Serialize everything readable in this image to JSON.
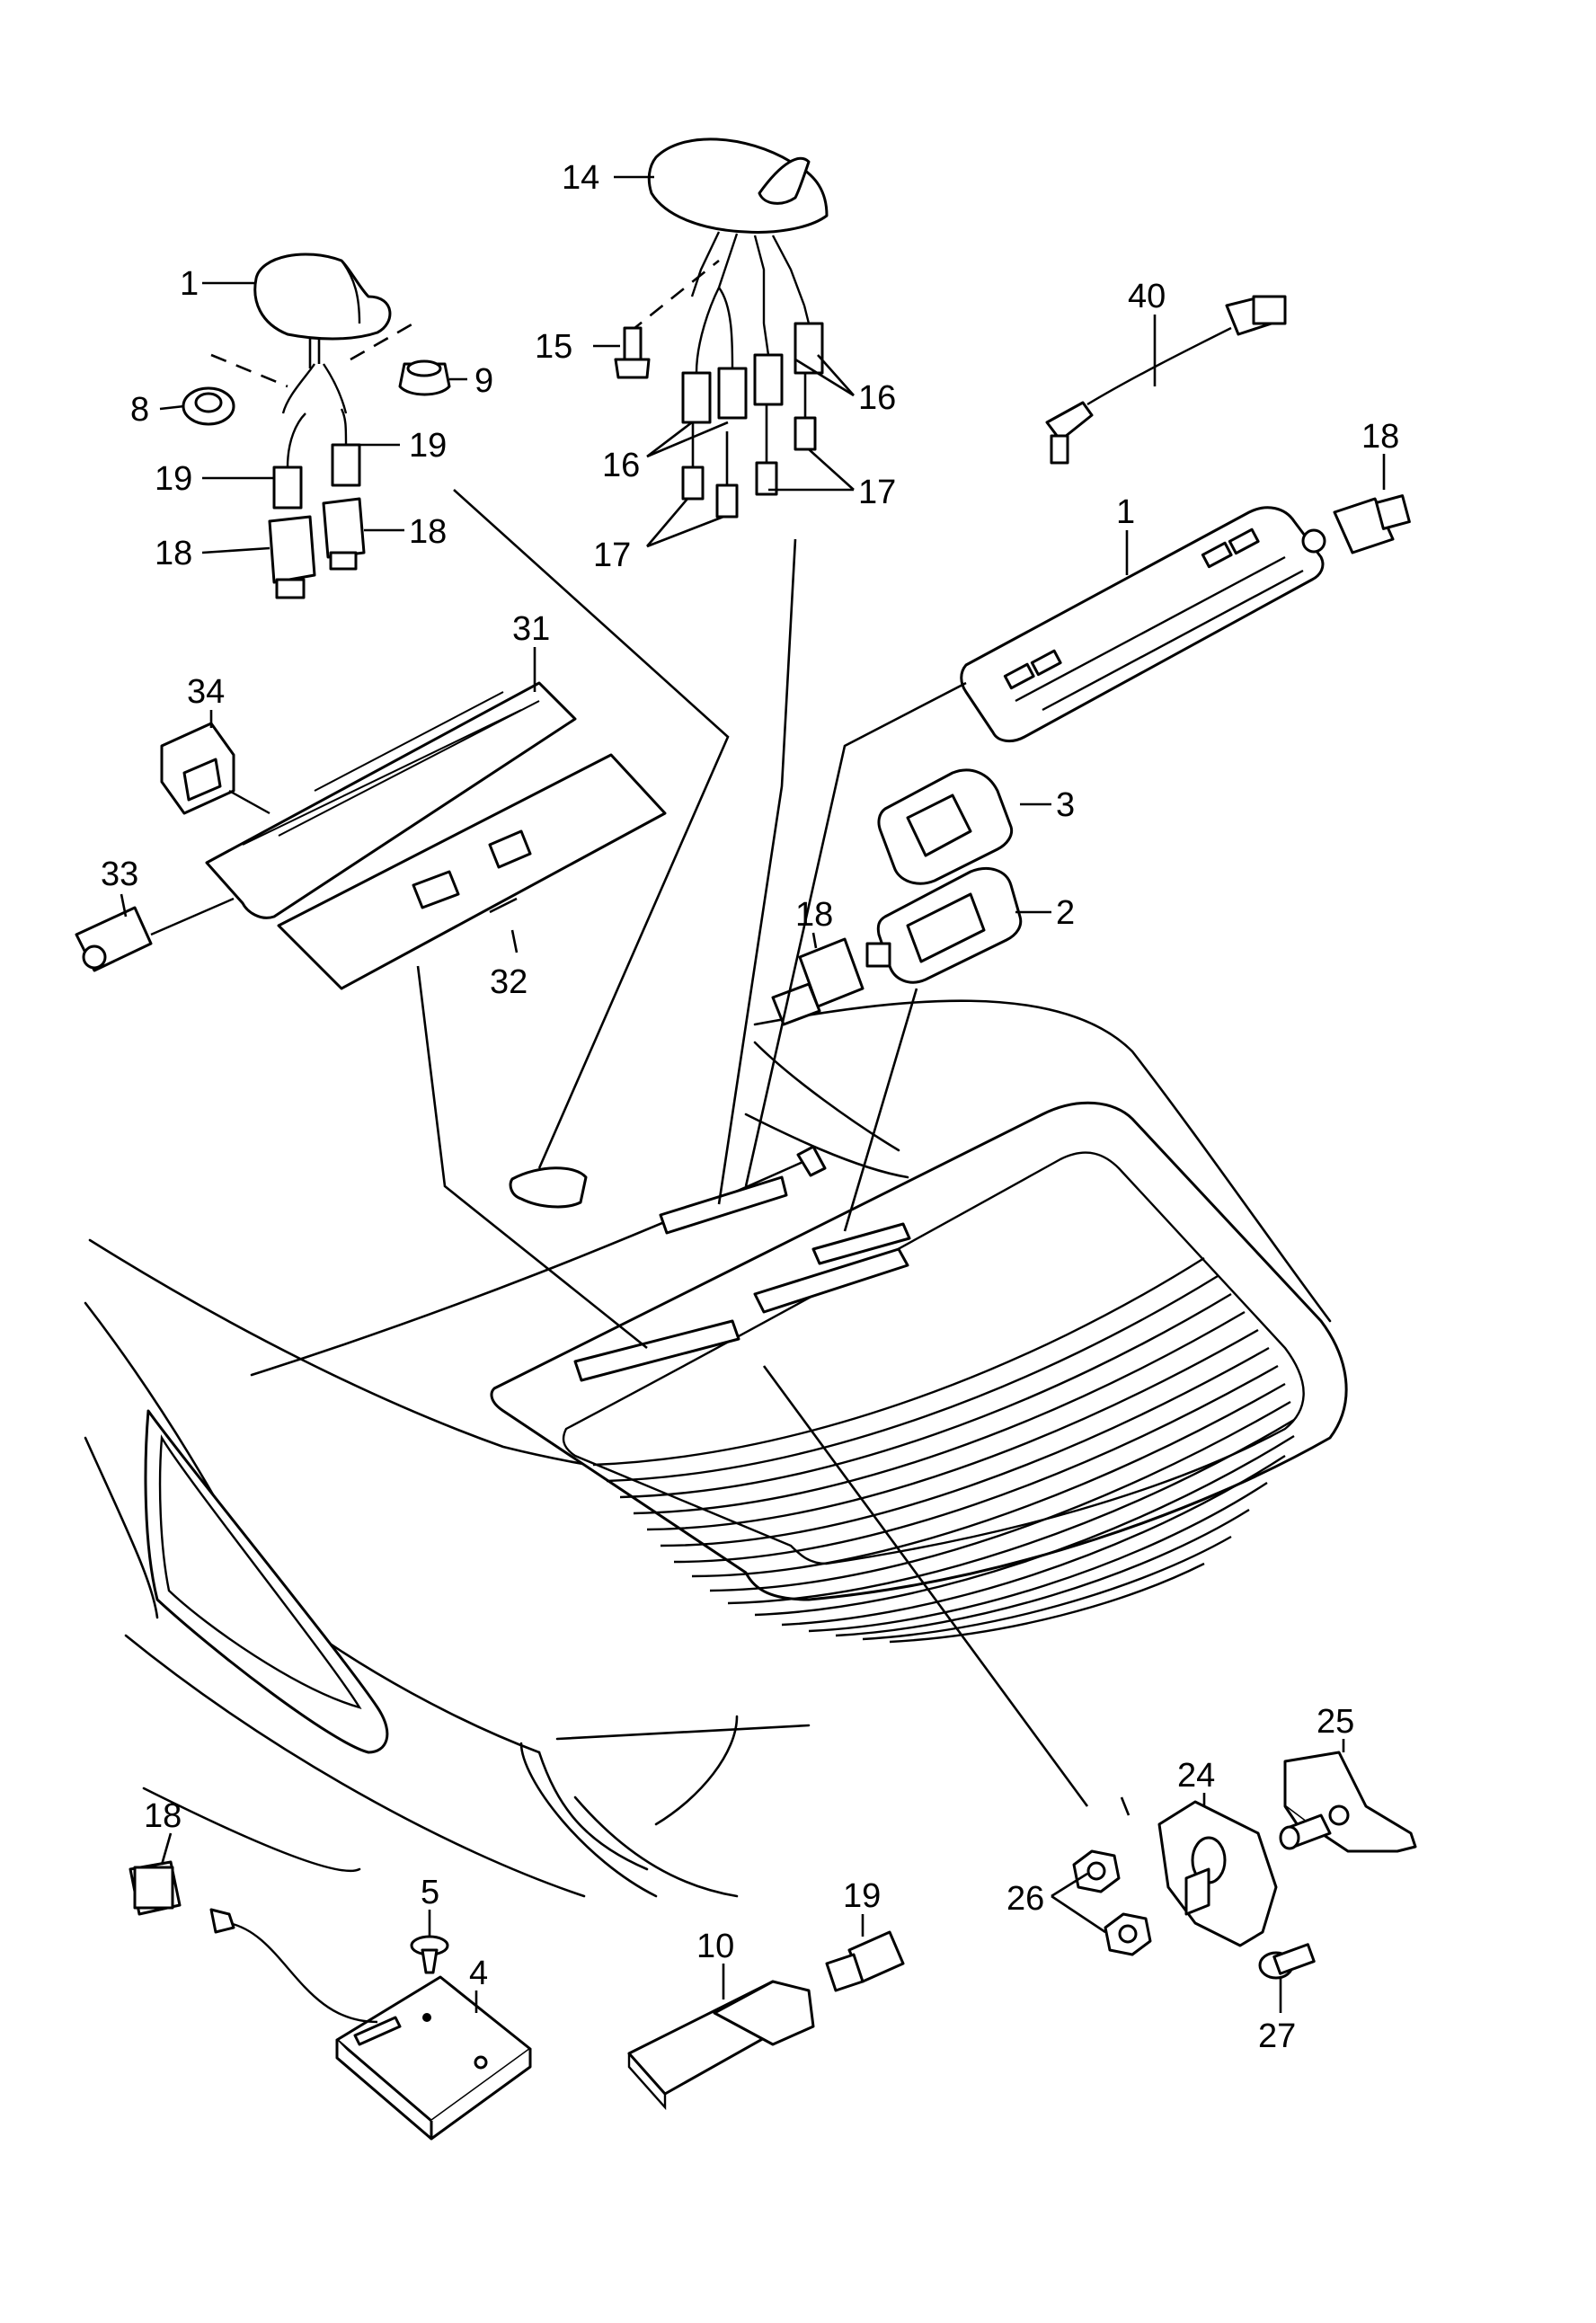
{
  "labels": {
    "l1a": "1",
    "l1b": "1",
    "l2": "2",
    "l3": "3",
    "l4": "4",
    "l5": "5",
    "l8": "8",
    "l9": "9",
    "l10": "10",
    "l14": "14",
    "l15": "15",
    "l16a": "16",
    "l16b": "16",
    "l17a": "17",
    "l17b": "17",
    "l18a": "18",
    "l18b": "18",
    "l18c": "18",
    "l18d": "18",
    "l18e": "18",
    "l19a": "19",
    "l19b": "19",
    "l19c": "19",
    "l24": "24",
    "l25": "25",
    "l26": "26",
    "l27": "27",
    "l31": "31",
    "l32": "32",
    "l33": "33",
    "l34": "34",
    "l40": "40"
  }
}
